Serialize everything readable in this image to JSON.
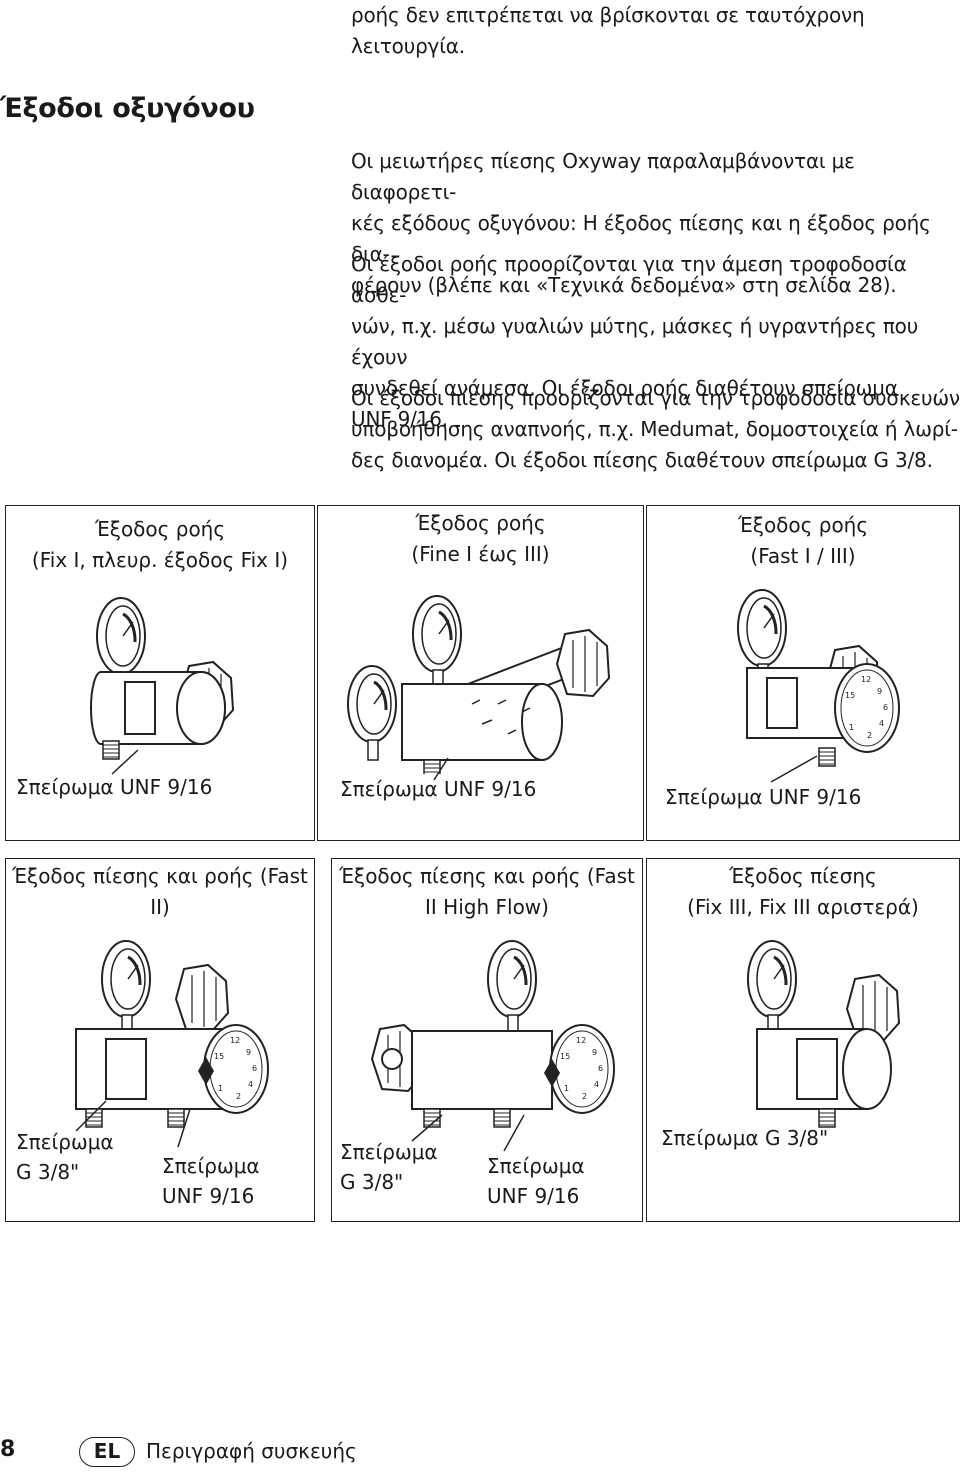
{
  "intro": {
    "line1": "ροής δεν επιτρέπεται να βρίσκονται σε ταυτόχρονη",
    "line2": "λειτουργία."
  },
  "section": {
    "heading": "Έξοδοι οξυγόνου",
    "p1": [
      "Οι μειωτήρες πίεσης Oxyway παραλαμβάνονται με διαφορετι-",
      "κές εξόδους οξυγόνου: Η έξοδος πίεσης και η έξοδος ροής δια-",
      "φέρουν (βλέπε και «Τεχνικά δεδομένα» στη σελίδα 28)."
    ],
    "p2": [
      "Οι έξοδοι ροής προορίζονται για την άμεση τροφοδοσία ασθε-",
      "νών, π.χ. μέσω γυαλιών μύτης, μάσκες ή υγραντήρες που έχουν",
      "συνδεθεί ανάμεσα. Οι έξοδοι ροής διαθέτουν σπείρωμα",
      "UNF 9/16."
    ],
    "p3": [
      "Οι έξοδοι πίεσης προορίζονται για την τροφοδοσία συσκευών",
      "υποβοήθησης αναπνοής, π.χ. Medumat, δομοστοιχεία ή λωρί-",
      "δες διανομέα. Οι έξοδοι πίεσης διαθέτουν σπείρωμα G 3/8."
    ]
  },
  "panels": [
    {
      "title": [
        "Έξοδος ροής",
        "(Fix I, πλευρ. έξοδος Fix I)"
      ],
      "labels": [
        "Σπείρωμα UNF 9/16"
      ]
    },
    {
      "title": [
        "Έξοδος ροής",
        "(Fine I έως III)"
      ],
      "labels": [
        "Σπείρωμα UNF 9/16"
      ]
    },
    {
      "title": [
        "Έξοδος ροής",
        "(Fast I / III)"
      ],
      "labels": [
        "Σπείρωμα UNF 9/16"
      ]
    },
    {
      "title": [
        "Έξοδος πίεσης και ροής (Fast",
        "II)"
      ],
      "labels": [
        "Σπείρωμα",
        "G 3/8\"",
        "Σπείρωμα",
        "UNF 9/16"
      ]
    },
    {
      "title": [
        "Έξοδος πίεσης και ροής (Fast",
        "II High Flow)"
      ],
      "labels": [
        "Σπείρωμα",
        "G 3/8\"",
        "Σπείρωμα",
        "UNF 9/16"
      ]
    },
    {
      "title": [
        "Έξοδος πίεσης",
        "(Fix III, Fix III αριστερά)"
      ],
      "labels": [
        "Σπείρωμα G 3/8\""
      ]
    }
  ],
  "footer": {
    "page_number": "8",
    "language_badge": "EL",
    "title": "Περιγραφή συσκευής"
  }
}
